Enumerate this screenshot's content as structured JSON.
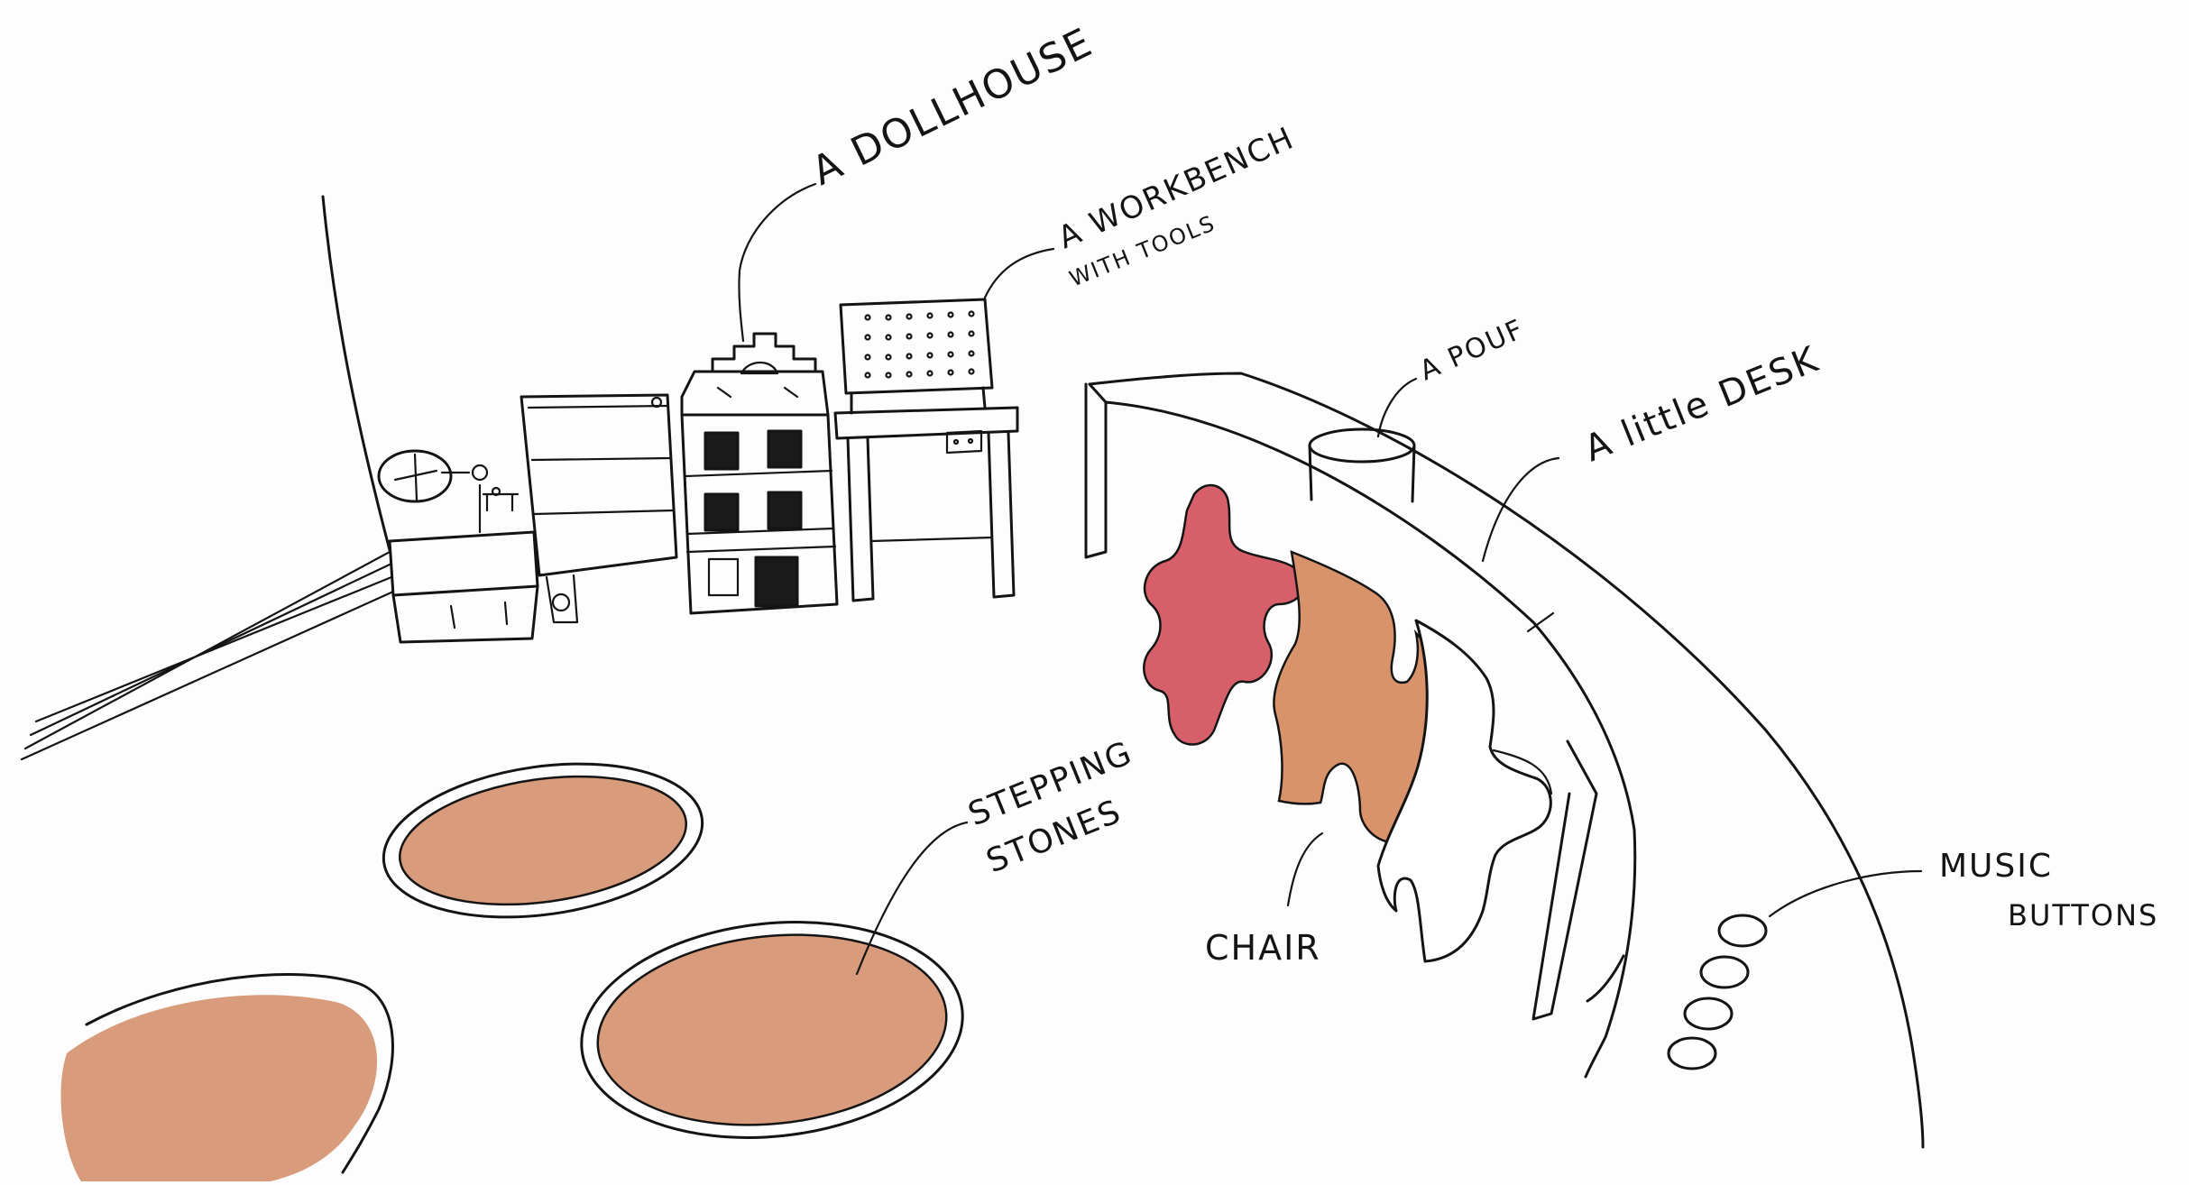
{
  "labels": {
    "dollhouse": "A DOLLHOUSE",
    "workbench_line1": "A WORKBENCH",
    "workbench_line2": "WITH TOOLS",
    "pouf": "A POUF",
    "little_desk": "A little DESK",
    "stepping_stones_line1": "STEPPING",
    "stepping_stones_line2": "STONES",
    "chair": "CHAIR",
    "music_buttons_line1": "MUSIC",
    "music_buttons_line2": "BUTTONS"
  },
  "colors": {
    "stone_fill": "#d89b7c",
    "chair_red": "#d65f6a",
    "chair_orange": "#d8936b",
    "ink": "#141414",
    "paper": "#fdfdfd"
  }
}
